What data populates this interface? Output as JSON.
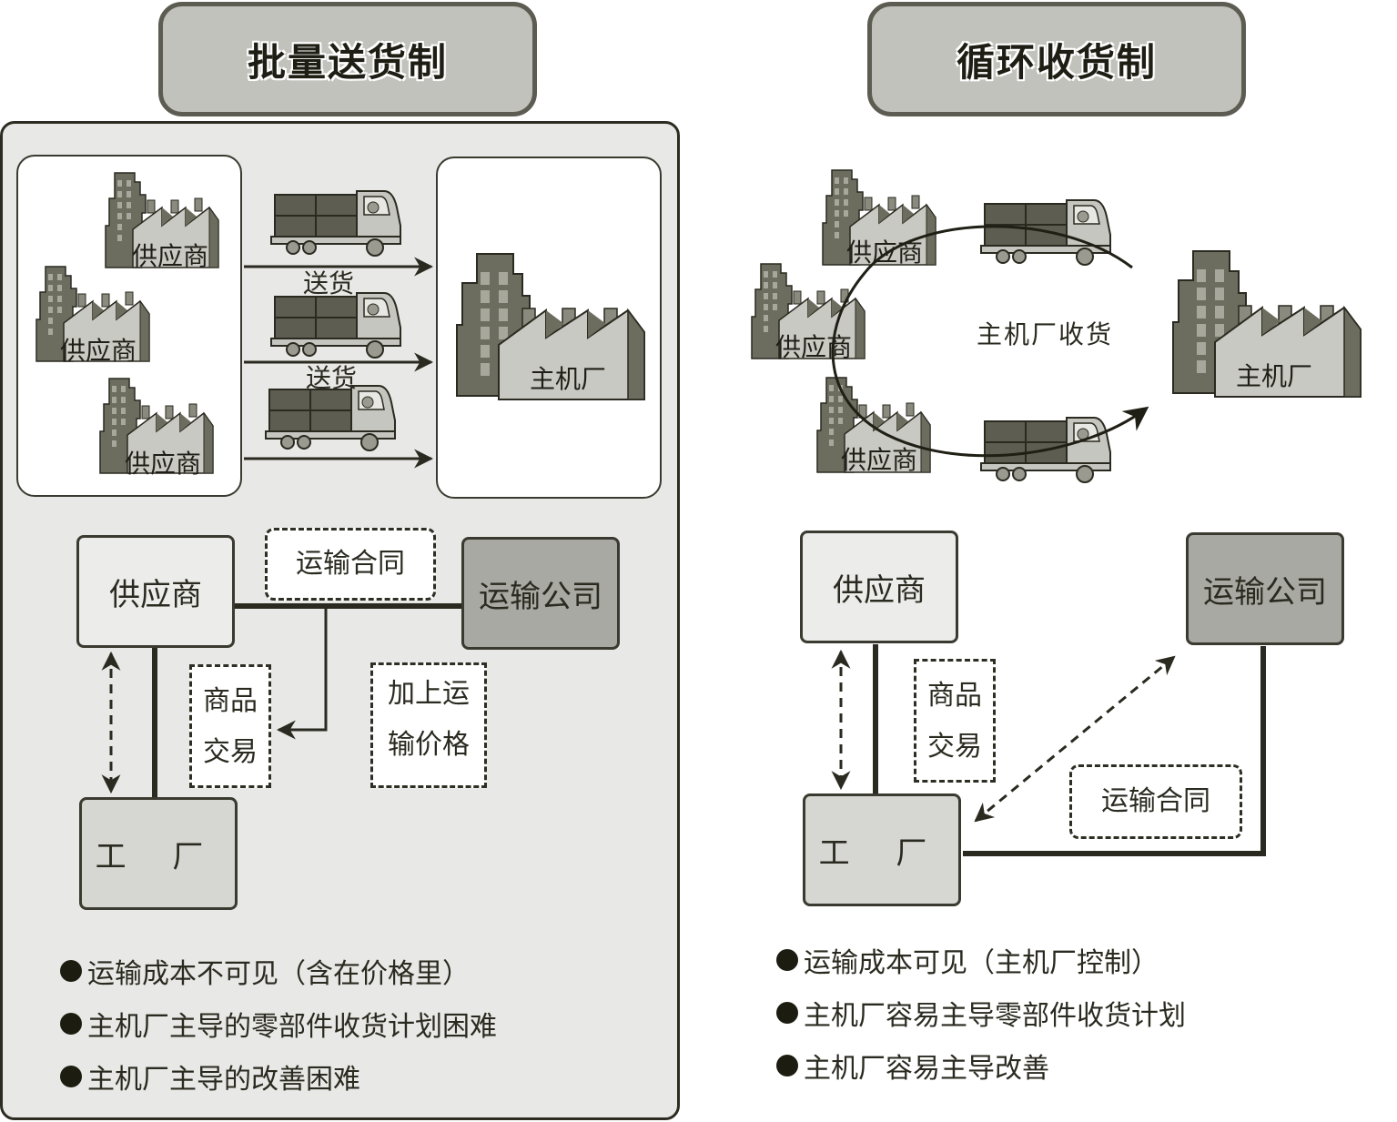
{
  "colors": {
    "panel_bg": "#e8e8e6",
    "title_bg": "#c2c2bc",
    "building_dark": "#6d6d5f",
    "building_light": "#c9c9c3",
    "transport_box": "#a9a9a3",
    "factory_box": "#d6d7d2",
    "line": "#2a2a20"
  },
  "left": {
    "title": "批量送货制",
    "suppliers": [
      "供应商",
      "供应商",
      "供应商"
    ],
    "delivery_labels": [
      "送货",
      "送货"
    ],
    "oem": "主机厂",
    "nodes": {
      "supplier": "供应商",
      "transport": "运输公司",
      "factory": "工 厂"
    },
    "contract_note": "运输合同",
    "trade_note": [
      "商品",
      "交易"
    ],
    "price_note": [
      "加上运",
      "输价格"
    ],
    "bullets": [
      "运输成本不可见（含在价格里）",
      "主机厂主导的零部件收货计划困难",
      "主机厂主导的改善困难"
    ]
  },
  "right": {
    "title": "循环收货制",
    "suppliers": [
      "供应商",
      "供应商",
      "供应商"
    ],
    "pickup_label": "主机厂收货",
    "oem": "主机厂",
    "nodes": {
      "supplier": "供应商",
      "transport": "运输公司",
      "factory": "工 厂"
    },
    "contract_note": "运输合同",
    "trade_note": [
      "商品",
      "交易"
    ],
    "bullets": [
      "运输成本可见（主机厂控制）",
      "主机厂容易主导零部件收货计划",
      "主机厂容易主导改善"
    ]
  }
}
